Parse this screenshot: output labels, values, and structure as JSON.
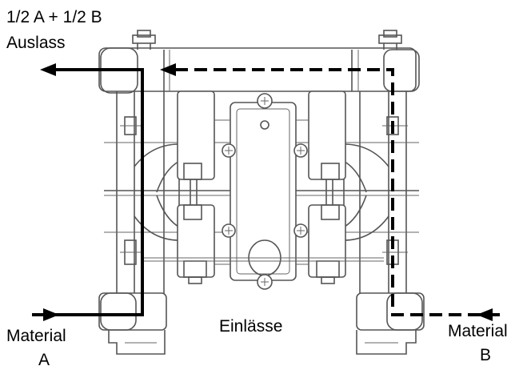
{
  "labels": {
    "outlet_line1": "1/2 A + 1/2 B",
    "outlet_line2": "Auslass",
    "inlets": "Einlässe",
    "material_a_line1": "Material",
    "material_a_line2": "A",
    "material_b_line1": "Material",
    "material_b_line2": "B"
  },
  "colors": {
    "flow_line": "#000000",
    "pump_outline": "#555555"
  }
}
